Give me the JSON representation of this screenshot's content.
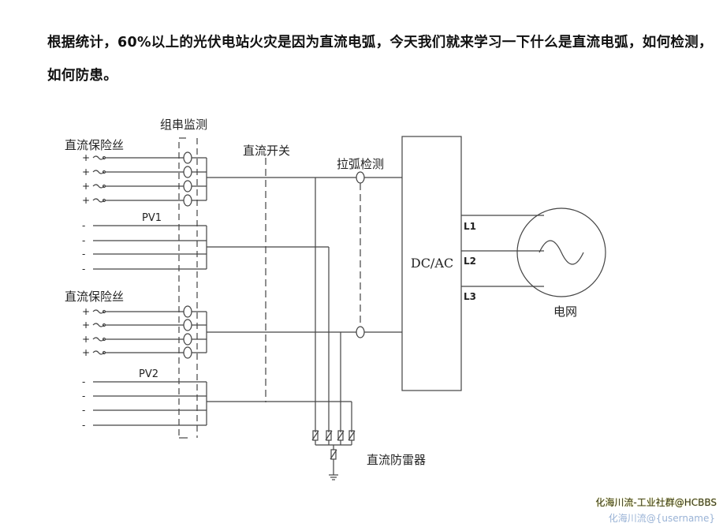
{
  "intro_text": "根据统计，60%以上的光伏电站火灾是因为直流电弧，今天我们就来学习一下什么是直流电弧，如何检测，如何防患。",
  "diagram": {
    "string_monitor": "组串监测",
    "fuse_top": "直流保险丝",
    "fuse_bottom": "直流保险丝",
    "dc_switch": "直流开关",
    "arc_detect": "拉弧检测",
    "pv1": "PV1",
    "pv2": "PV2",
    "inverter": "DC/AC",
    "l1": "L1",
    "l2": "L2",
    "l3": "L3",
    "grid": "电网",
    "spd": "直流防雷器",
    "plus": "+",
    "minus": "-"
  },
  "watermark": {
    "main": "化海川流-工业社群@HCBBS",
    "sub": "化海川流@{username}"
  }
}
